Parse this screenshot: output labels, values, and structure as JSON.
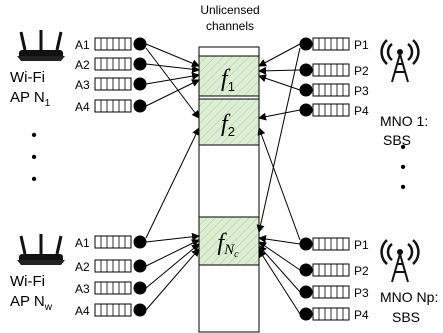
{
  "header": {
    "line1": "Unlicensed",
    "line2": "channels"
  },
  "channels": [
    {
      "symbol": "f",
      "sub": "1"
    },
    {
      "symbol": "f",
      "sub": "2"
    },
    {
      "symbol": "f",
      "sub": "N",
      "subsub": "c"
    }
  ],
  "wifi_top": {
    "line1": "Wi-Fi",
    "line2": "AP N",
    "sub": "1"
  },
  "wifi_bottom": {
    "line1": "Wi-Fi",
    "line2": "AP N",
    "sub": "w"
  },
  "mno_top": {
    "line1": "MNO 1:",
    "line2": "SBS"
  },
  "mno_bottom": {
    "line1": "MNO Np:",
    "line2": "SBS"
  },
  "ap_queues": [
    "A1",
    "A2",
    "A3",
    "A4"
  ],
  "sbs_queues": [
    "P1",
    "P2",
    "P3",
    "P4"
  ],
  "ellipsis": "•",
  "colors": {
    "channel_fill": "#d9ecd0",
    "line": "#000000"
  }
}
